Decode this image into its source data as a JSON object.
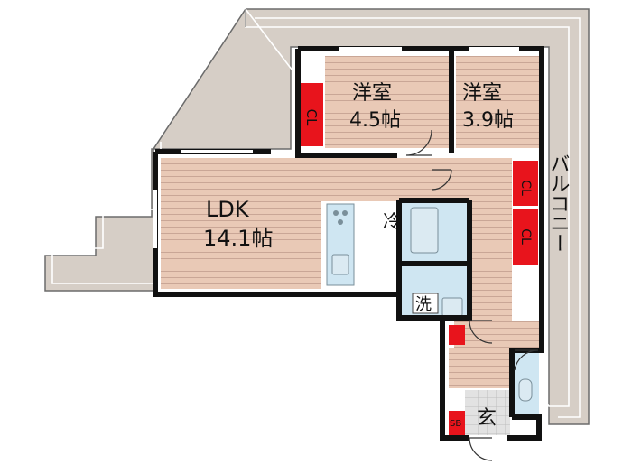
{
  "rooms": {
    "ldk": {
      "name": "LDK",
      "size": "14.1帖"
    },
    "western1": {
      "name": "洋室",
      "size": "4.5帖"
    },
    "western2": {
      "name": "洋室",
      "size": "3.9帖"
    }
  },
  "labels": {
    "closet": "CL",
    "balcony": "バルコニー",
    "fridge": "冷",
    "washer": "洗",
    "entrance": "玄",
    "shoe_box": "SB"
  },
  "colors": {
    "wall": "#111111",
    "floor_wood": "#e9c9b6",
    "floor_line": "#c9a696",
    "balcony": "#d6cec6",
    "closet": "#e8141c",
    "wet_area": "#cfe6f2",
    "tile": "#cccccc"
  }
}
